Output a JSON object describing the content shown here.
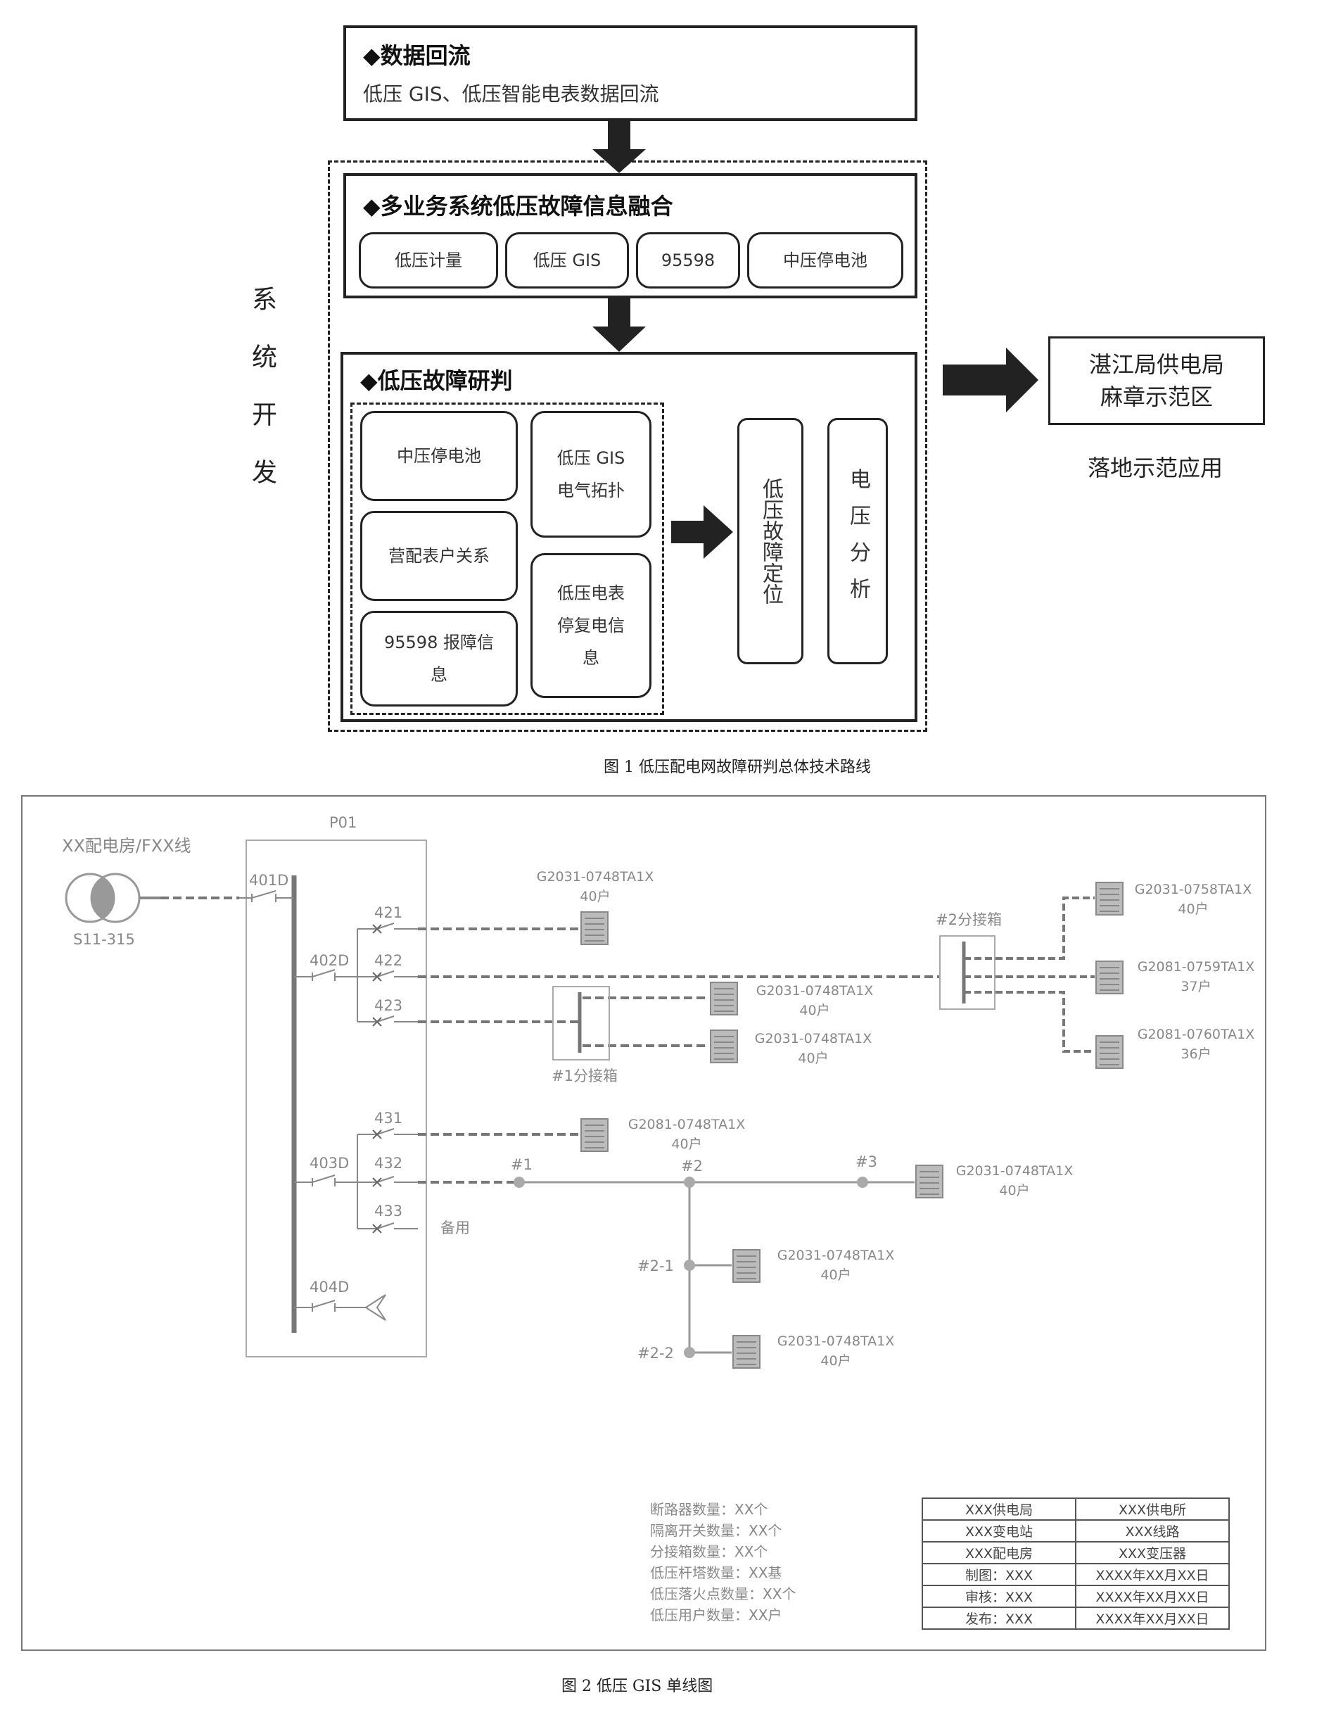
{
  "fig1": {
    "data_return": {
      "title": "◆数据回流",
      "subtitle": "低压 GIS、低压智能电表数据回流"
    },
    "fusion": {
      "title": "◆多业务系统低压故障信息融合",
      "items": [
        "低压计量",
        "低压 GIS",
        "95598",
        "中压停电池"
      ]
    },
    "research": {
      "title": "◆低压故障研判",
      "inputs": [
        "中压停电池",
        "营配表户关系",
        "95598 报障信息",
        "低压 GIS 电气拓扑",
        "低压电表停复电信息"
      ],
      "outputs": [
        "低压故障定位",
        "电压分析"
      ]
    },
    "side_label": "系统开发",
    "target": {
      "line1": "湛江局供电局",
      "line2": "麻章示范区",
      "caption": "落地示范应用"
    },
    "caption": "图 1 低压配电网故障研判总体技术路线"
  },
  "fig2": {
    "source": {
      "label": "XX配电房/FXX线",
      "transformer": "S11-315"
    },
    "panel": "P01",
    "breakers": [
      "401D",
      "402D",
      "403D",
      "404D"
    ],
    "switches": [
      "421",
      "422",
      "423",
      "431",
      "432",
      "433"
    ],
    "spare": "备用",
    "poles": [
      "#1",
      "#2",
      "#3",
      "#2-1",
      "#2-2"
    ],
    "boxes": [
      "#1分接箱",
      "#2分接箱"
    ],
    "meters": [
      {
        "id": "G2031-0748TA1X",
        "count": "40户"
      },
      {
        "id": "G2031-0758TA1X",
        "count": "40户"
      },
      {
        "id": "G2081-0759TA1X",
        "count": "37户"
      },
      {
        "id": "G2081-0760TA1X",
        "count": "36户"
      },
      {
        "id": "G2031-0748TA1X",
        "count": "40户"
      },
      {
        "id": "G2031-0748TA1X",
        "count": "40户"
      },
      {
        "id": "G2081-0748TA1X",
        "count": "40户"
      },
      {
        "id": "G2031-0748TA1X",
        "count": "40户"
      },
      {
        "id": "G2031-0748TA1X",
        "count": "40户"
      },
      {
        "id": "G2031-0748TA1X",
        "count": "40户"
      }
    ],
    "stats": [
      "断路器数量：XX个",
      "隔离开关数量：XX个",
      "分接箱数量：XX个",
      "低压杆塔数量：XX基",
      "低压落火点数量：XX个",
      "低压用户数量：XX户"
    ],
    "info_table": [
      [
        "XXX供电局",
        "XXX供电所"
      ],
      [
        "XXX变电站",
        "XXX线路"
      ],
      [
        "XXX配电房",
        "XXX变压器"
      ],
      [
        "制图：XXX",
        "XXXX年XX月XX日"
      ],
      [
        "审核：XXX",
        "XXXX年XX月XX日"
      ],
      [
        "发布：XXX",
        "XXXX年XX月XX日"
      ]
    ],
    "caption": "图 2 低压 GIS 单线图"
  }
}
